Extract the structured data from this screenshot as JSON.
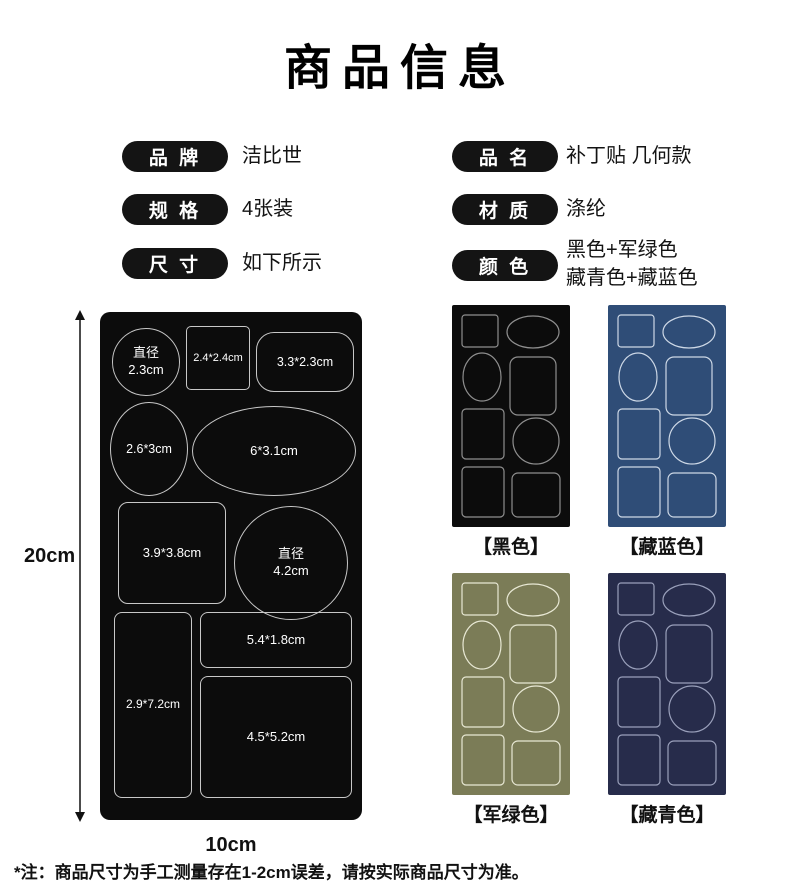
{
  "title": "商品信息",
  "info": {
    "left": [
      {
        "label": "品 牌",
        "value": "洁比世"
      },
      {
        "label": "规 格",
        "value": "4张装"
      },
      {
        "label": "尺 寸",
        "value": "如下所示"
      }
    ],
    "right": [
      {
        "label": "品 名",
        "value": "补丁贴 几何款"
      },
      {
        "label": "材 质",
        "value": "涤纶"
      },
      {
        "label": "颜 色",
        "value": "黑色+军绿色\n藏青色+藏蓝色"
      }
    ]
  },
  "diagram": {
    "height_label": "20cm",
    "width_label": "10cm",
    "board_color": "#0c0c0c",
    "shapes": [
      {
        "name": "circle-2.3",
        "label": "直径\n2.3cm"
      },
      {
        "name": "square-2.4",
        "label": "2.4*2.4cm"
      },
      {
        "name": "rounded-rect-3.3",
        "label": "3.3*2.3cm"
      },
      {
        "name": "oval-2.6",
        "label": "2.6*3cm"
      },
      {
        "name": "oval-6.0",
        "label": "6*3.1cm"
      },
      {
        "name": "rounded-square-3.9",
        "label": "3.9*3.8cm"
      },
      {
        "name": "circle-4.2",
        "label": "直径\n4.2cm"
      },
      {
        "name": "rect-2.9",
        "label": "2.9*7.2cm"
      },
      {
        "name": "rect-5.4",
        "label": "5.4*1.8cm"
      },
      {
        "name": "rect-4.5",
        "label": "4.5*5.2cm"
      }
    ]
  },
  "swatches": [
    {
      "caption": "【黑色】",
      "fill": "#0c0c0c",
      "stroke": "#8f8f8f"
    },
    {
      "caption": "【藏蓝色】",
      "fill": "#2f4d77",
      "stroke": "#cdd8e6"
    },
    {
      "caption": "【军绿色】",
      "fill": "#7b7c57",
      "stroke": "#e8e8d4"
    },
    {
      "caption": "【藏青色】",
      "fill": "#272c4b",
      "stroke": "#9aa0bb"
    }
  ],
  "note": "*注：商品尺寸为手工测量存在1-2cm误差，请按实际商品尺寸为准。"
}
